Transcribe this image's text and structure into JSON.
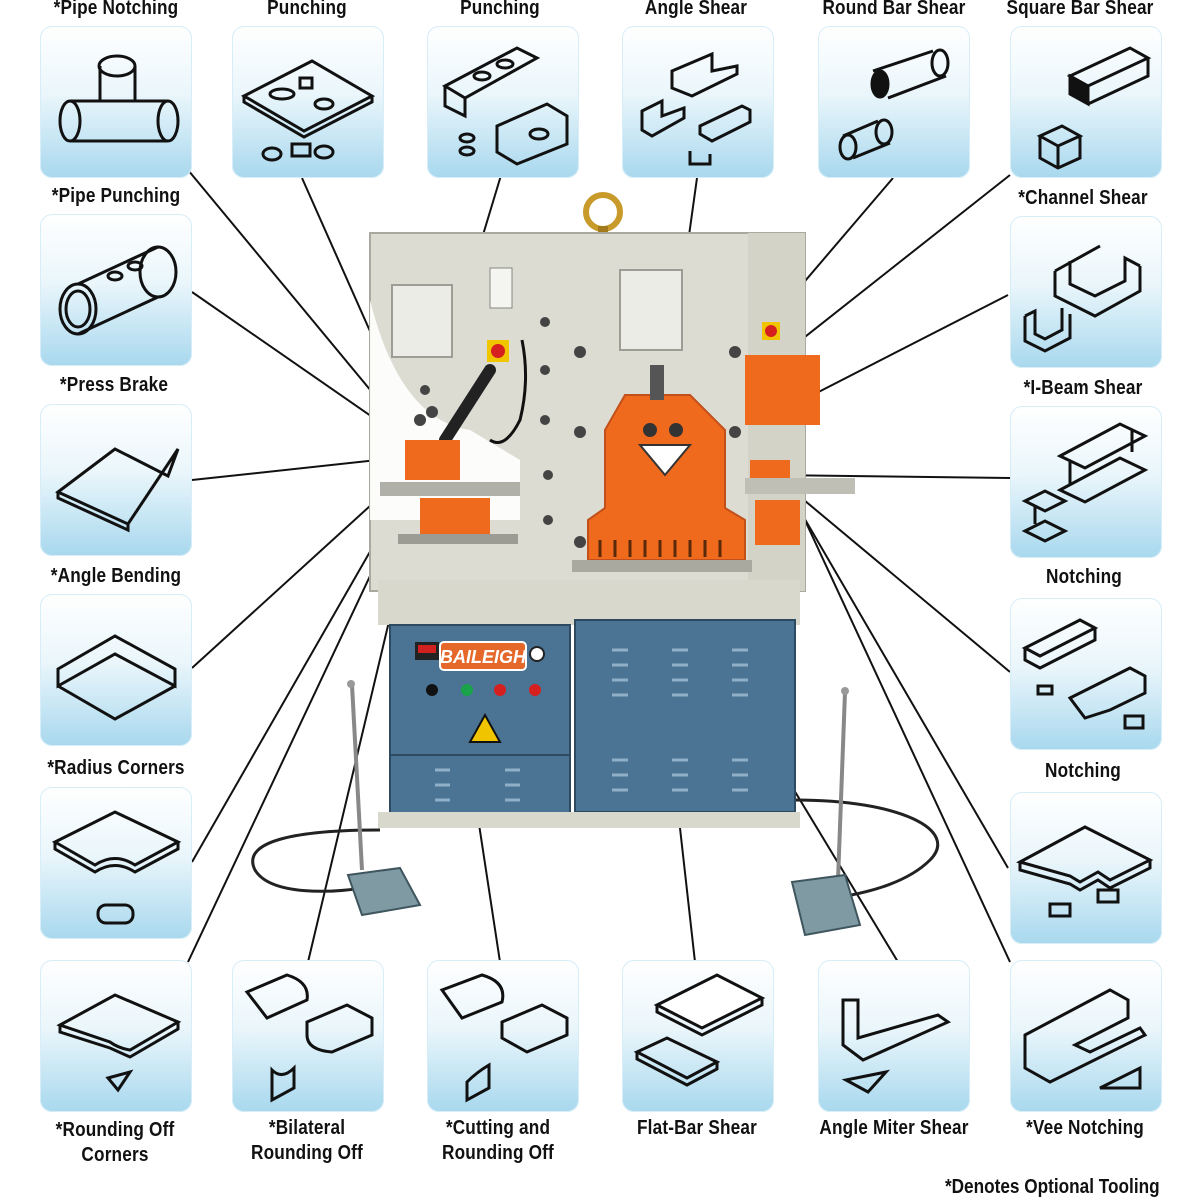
{
  "operations": [
    {
      "id": "pipe-notching",
      "label": "*Pipe Notching"
    },
    {
      "id": "punching-1",
      "label": "Punching"
    },
    {
      "id": "punching-2",
      "label": "Punching"
    },
    {
      "id": "angle-shear",
      "label": "Angle Shear"
    },
    {
      "id": "round-bar-shear",
      "label": "Round Bar Shear"
    },
    {
      "id": "square-bar-shear",
      "label": "Square Bar Shear"
    },
    {
      "id": "pipe-punching",
      "label": "*Pipe Punching"
    },
    {
      "id": "channel-shear",
      "label": "*Channel Shear"
    },
    {
      "id": "press-brake",
      "label": "*Press Brake"
    },
    {
      "id": "i-beam-shear",
      "label": "*I-Beam Shear"
    },
    {
      "id": "angle-bending",
      "label": "*Angle Bending"
    },
    {
      "id": "notching-1",
      "label": "Notching"
    },
    {
      "id": "radius-corners",
      "label": "*Radius Corners"
    },
    {
      "id": "notching-2",
      "label": "Notching"
    },
    {
      "id": "rounding-off-corners",
      "label_lines": [
        "*Rounding Off",
        "Corners"
      ]
    },
    {
      "id": "bilateral-rounding-off",
      "label_lines": [
        "*Bilateral",
        "Rounding Off"
      ]
    },
    {
      "id": "cutting-and-rounding-off",
      "label_lines": [
        "*Cutting and",
        "Rounding Off"
      ]
    },
    {
      "id": "flat-bar-shear",
      "label": "Flat-Bar Shear"
    },
    {
      "id": "angle-miter-shear",
      "label": "Angle Miter Shear"
    },
    {
      "id": "vee-notching",
      "label": "*Vee Notching"
    }
  ],
  "machine": {
    "brand": "BAILEIGH"
  },
  "footnote": "*Denotes Optional Tooling",
  "colors": {
    "orange": "#f06a1e",
    "machine_grey": "#dcdcd2",
    "base_blue": "#4b7494",
    "tile_blue": "#a8d8ee"
  }
}
